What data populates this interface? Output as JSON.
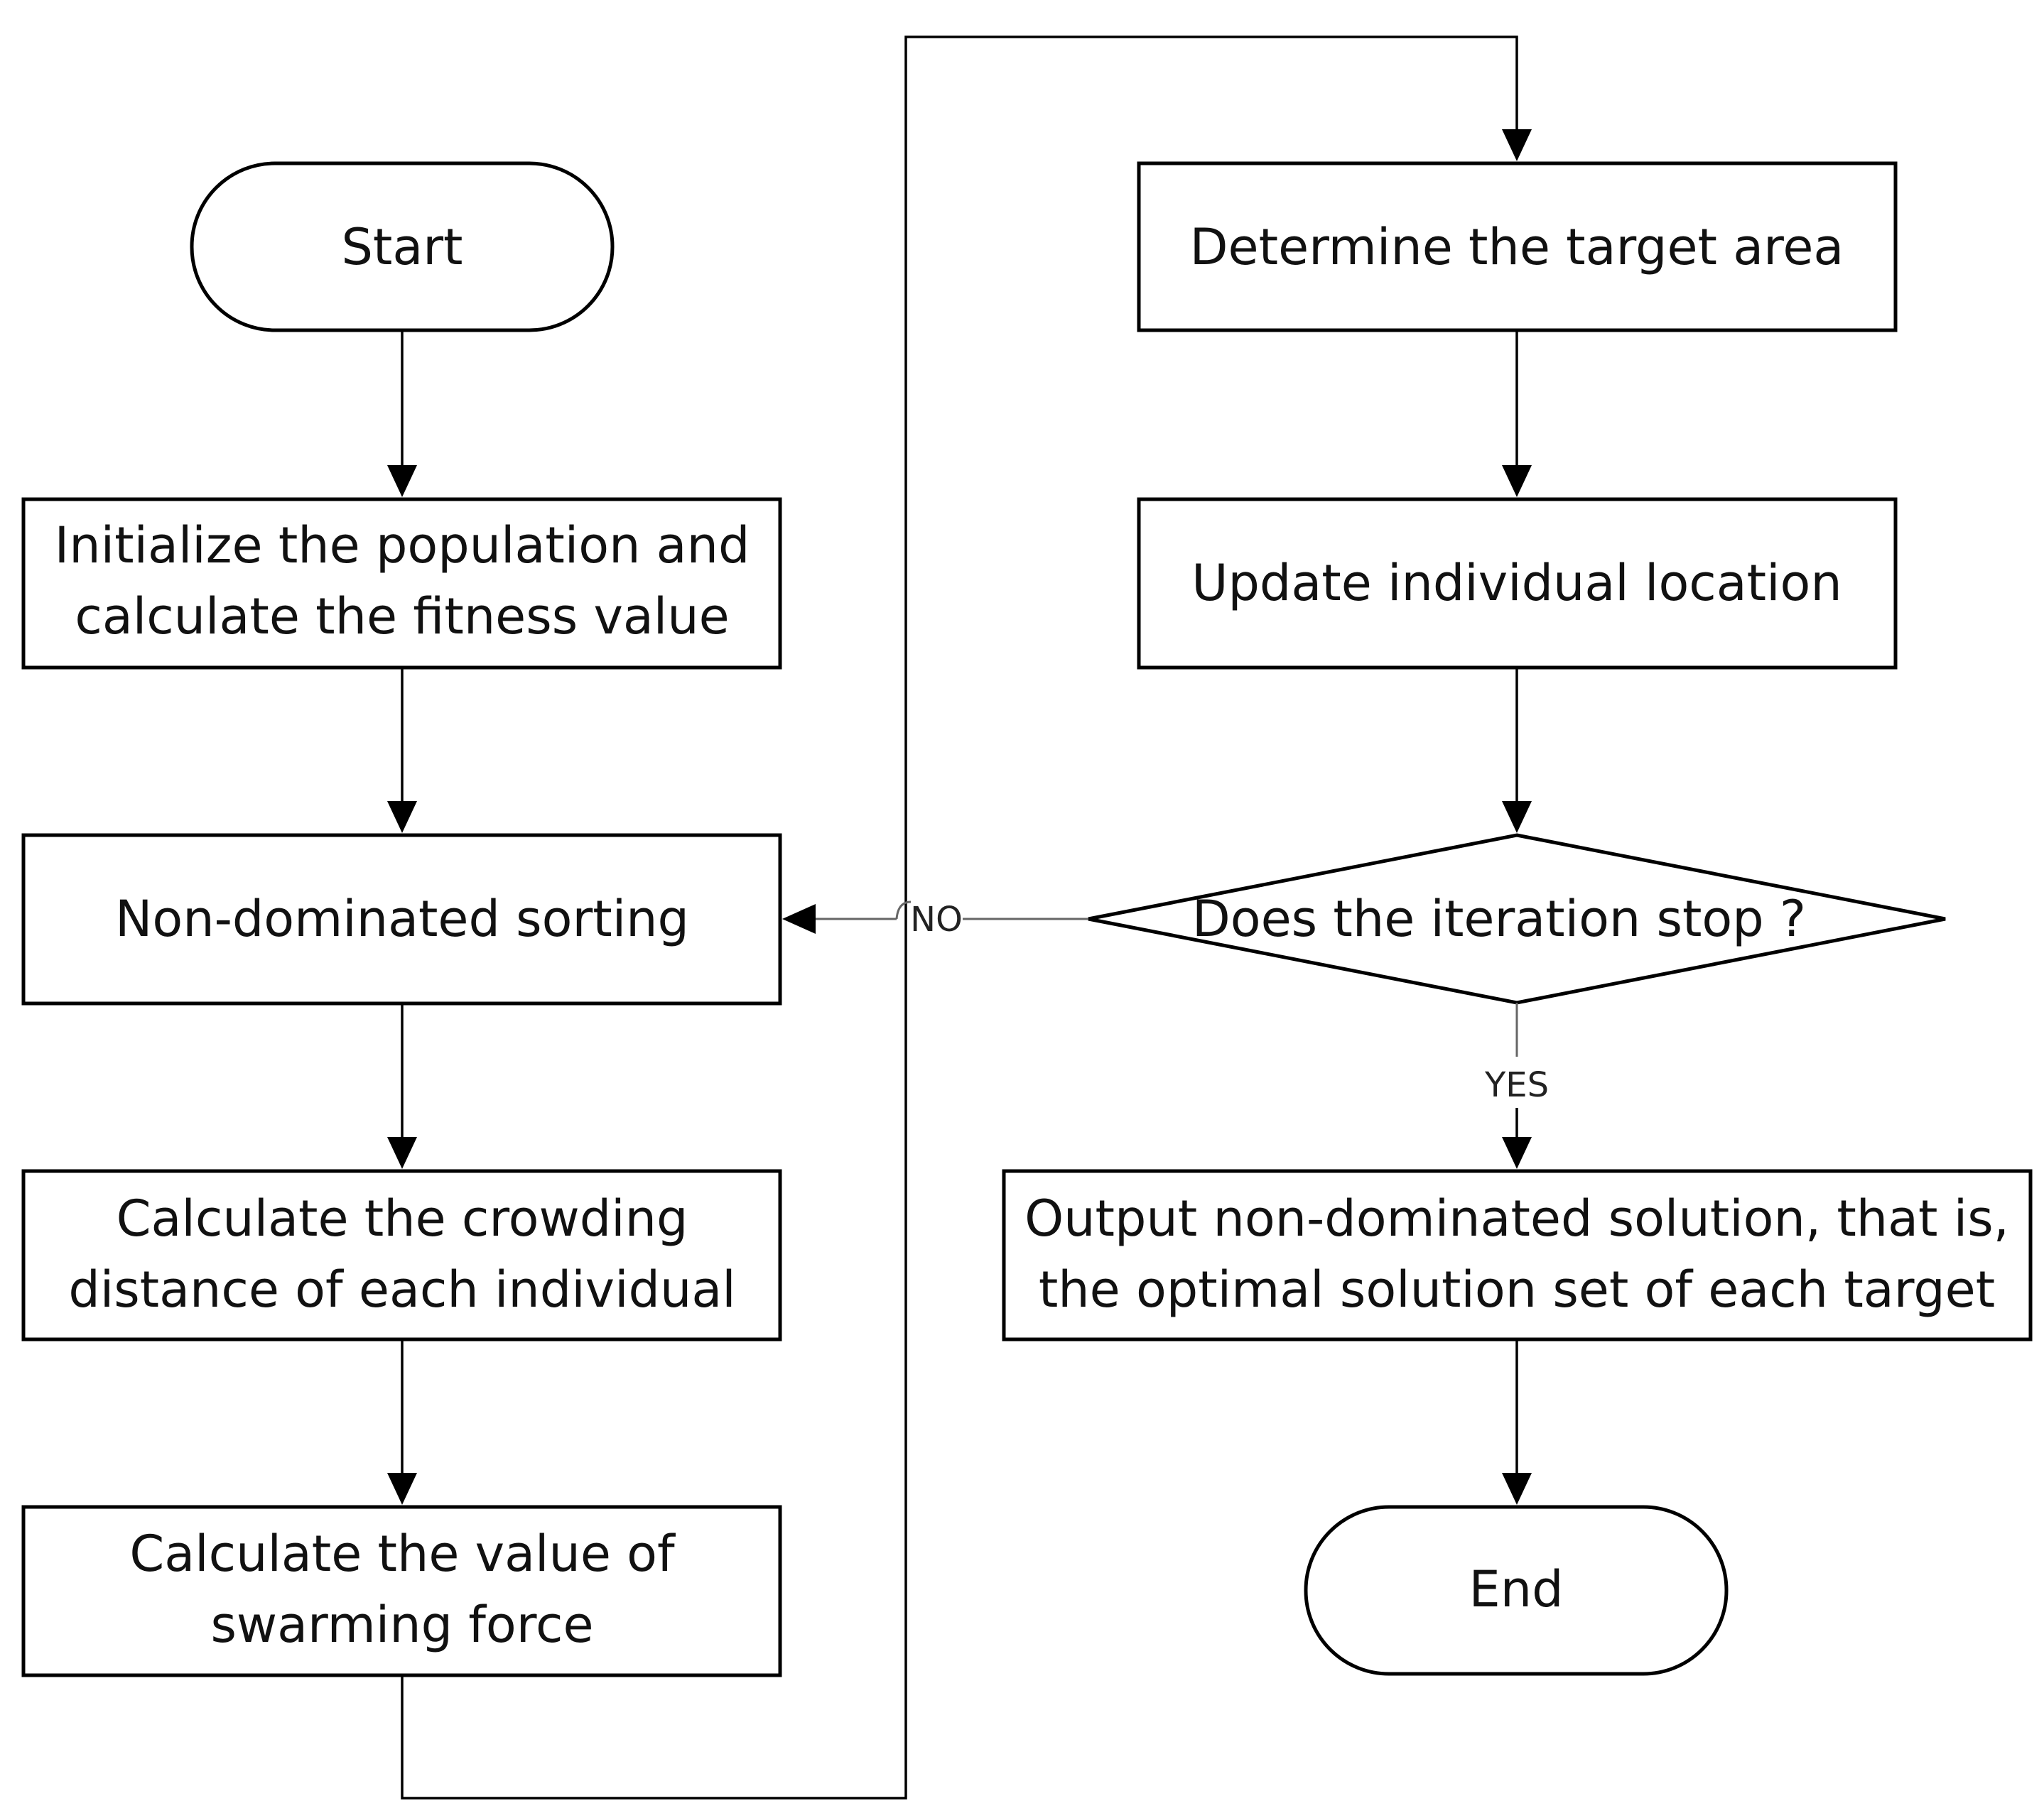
{
  "diagram": {
    "nodes": {
      "start": {
        "lines": [
          "Start"
        ]
      },
      "init": {
        "lines": [
          "Initialize the population and",
          "calculate the fitness value"
        ]
      },
      "sorting": {
        "lines": [
          "Non-dominated sorting"
        ]
      },
      "crowding": {
        "lines": [
          "Calculate the crowding",
          "distance of each individual"
        ]
      },
      "swarming": {
        "lines": [
          "Calculate the value of",
          "swarming force"
        ]
      },
      "target": {
        "lines": [
          "Determine the target area"
        ]
      },
      "update": {
        "lines": [
          "Update individual location"
        ]
      },
      "decision": {
        "lines": [
          "Does the iteration stop ?"
        ]
      },
      "output": {
        "lines": [
          "Output non-dominated solution, that is,",
          "the optimal solution set of each target"
        ]
      },
      "end": {
        "lines": [
          "End"
        ]
      }
    },
    "edges": {
      "no_label": "NO",
      "yes_label": "YES"
    }
  }
}
